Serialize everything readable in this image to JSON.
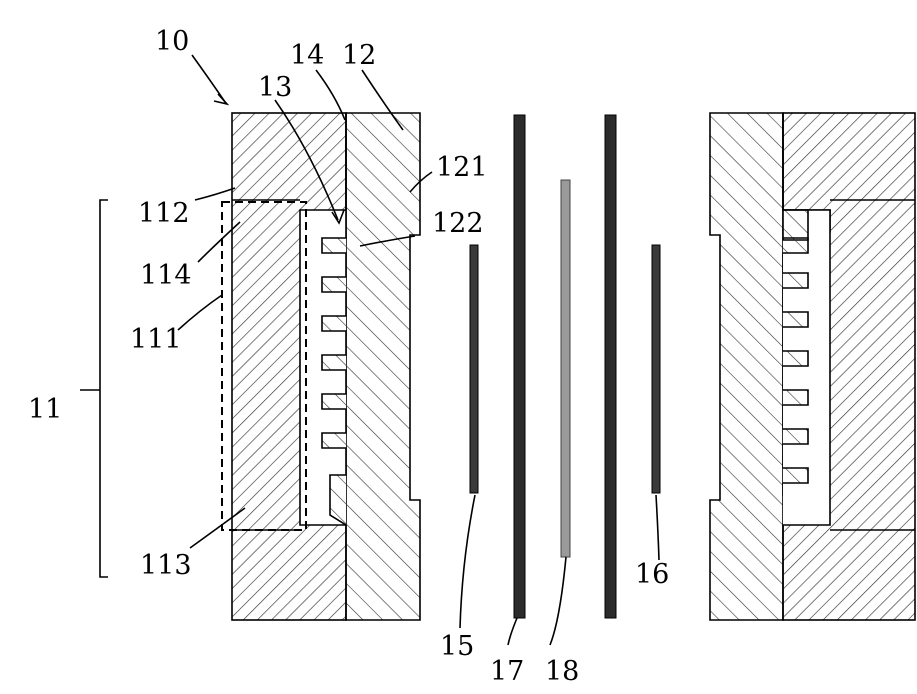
{
  "colors": {
    "line": "#000000",
    "hatch": "#404040",
    "background": "#ffffff",
    "plate": "#2b2b2b",
    "membrane": "#9a9a9a"
  },
  "labels": {
    "l10": "10",
    "l14": "14",
    "l12": "12",
    "l13": "13",
    "l121": "121",
    "l112": "112",
    "l122": "122",
    "l114": "114",
    "l111": "111",
    "l11": "11",
    "l113": "113",
    "l15": "15",
    "l17": "17",
    "l18": "18",
    "l16": "16"
  }
}
